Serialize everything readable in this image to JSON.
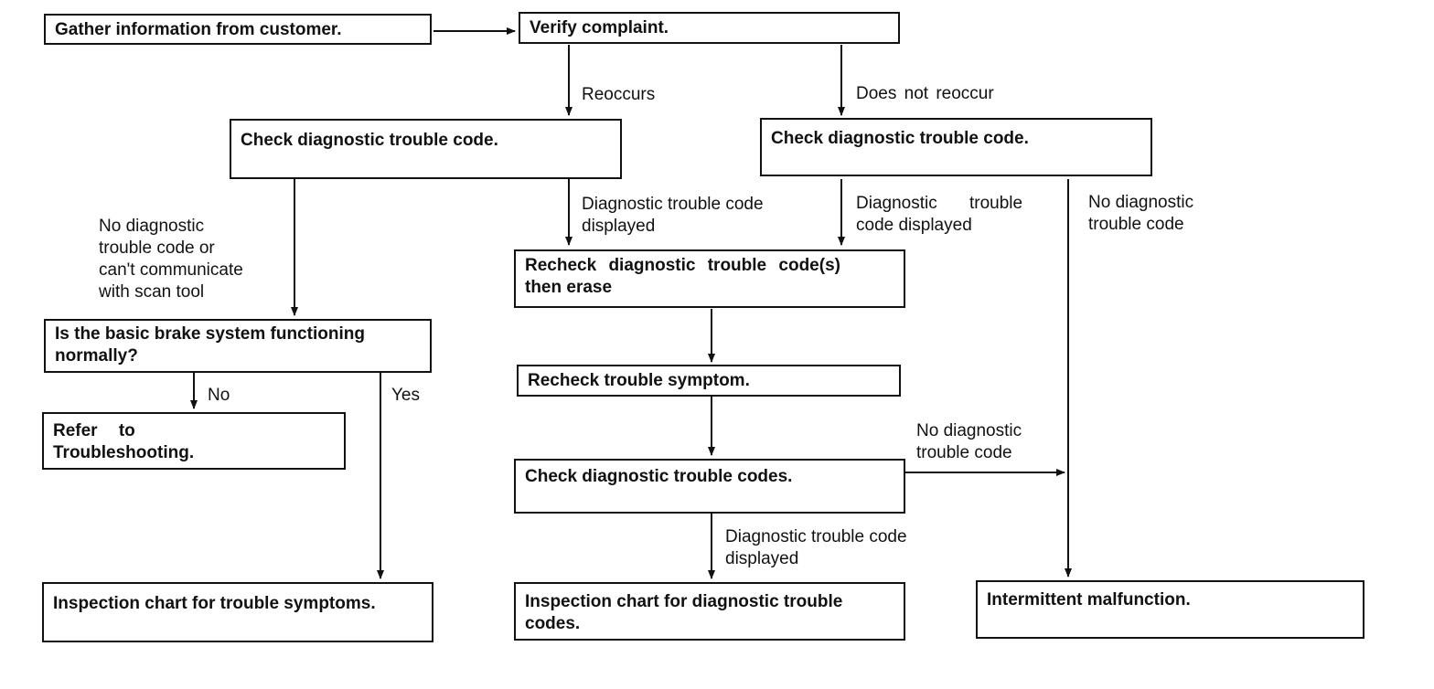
{
  "nodes": {
    "gather": "Gather information from customer.",
    "verify": "Verify complaint.",
    "check_dtc_left": "Check diagnostic trouble code.",
    "check_dtc_right": "Check diagnostic trouble code.",
    "recheck_dtc_line1": "Recheck diagnostic trouble code(s)",
    "recheck_dtc_line2": "then erase",
    "brake_line1": "Is the basic brake system functioning",
    "brake_line2": "normally?",
    "refer_line1": "Refer to",
    "refer_line2": "Troubleshooting.",
    "recheck_symptom": "Recheck trouble symptom.",
    "check_dtcs": "Check diagnostic trouble codes.",
    "insp_symptoms": "Inspection chart for trouble symptoms.",
    "insp_codes_line1": "Inspection chart for diagnostic trouble",
    "insp_codes_line2": "codes.",
    "intermittent": "Intermittent malfunction."
  },
  "labels": {
    "reoccurs": "Reoccurs",
    "not_reoccur": "Does not reoccur",
    "no_dtc_comm_1": "No diagnostic",
    "no_dtc_comm_2": "trouble code or",
    "no_dtc_comm_3": "can't communicate",
    "no_dtc_comm_4": "with scan tool",
    "dtc_disp_mid_1": "Diagnostic trouble code",
    "dtc_disp_mid_2": "displayed",
    "dtc_disp_right_1": "Diagnostic trouble",
    "dtc_disp_right_2": "code displayed",
    "no_dtc_right_1": "No diagnostic",
    "no_dtc_right_2": "trouble code",
    "no_label": "No",
    "yes_label": "Yes",
    "no_dtc_low_1": "No diagnostic",
    "no_dtc_low_2": "trouble code",
    "dtc_disp_low_1": "Diagnostic trouble code",
    "dtc_disp_low_2": "displayed"
  }
}
